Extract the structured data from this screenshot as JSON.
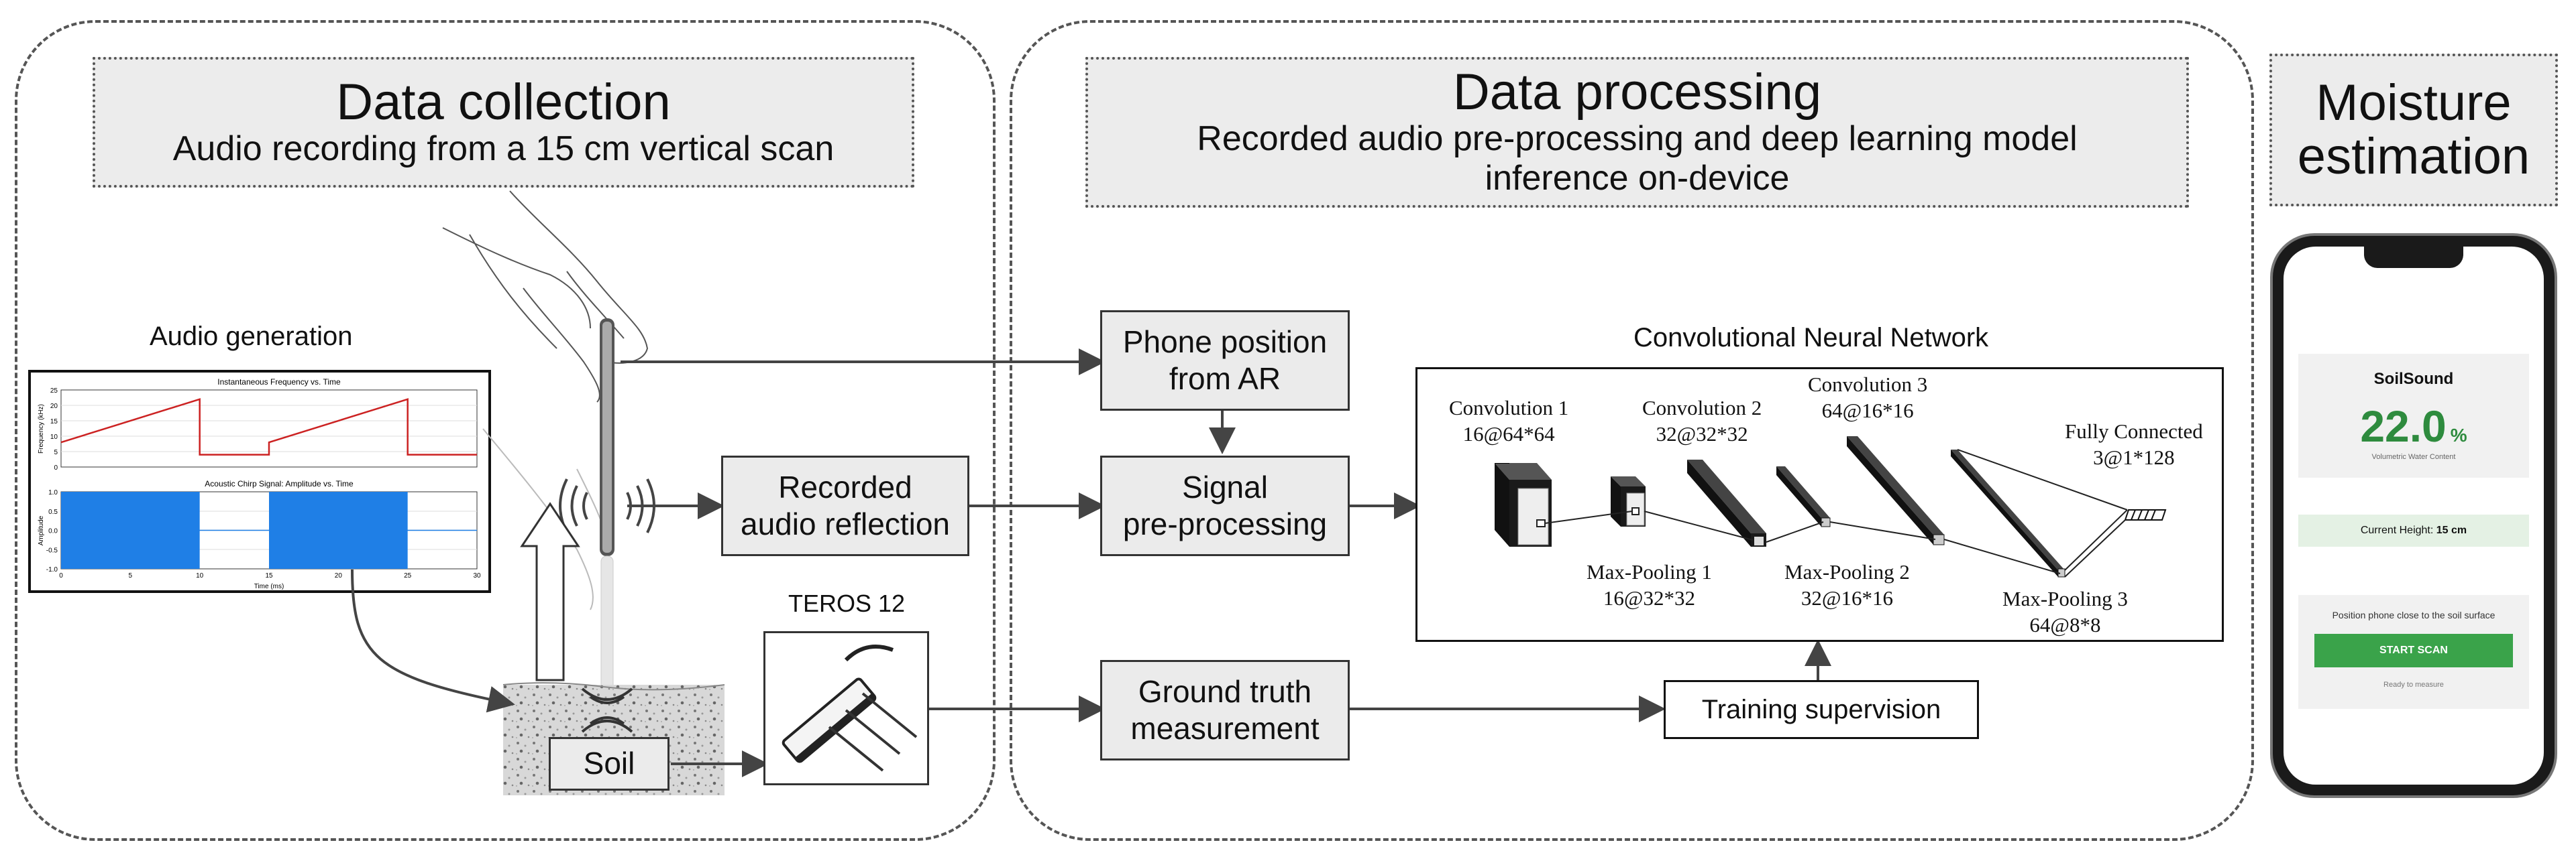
{
  "sections": {
    "collection": {
      "title": "Data collection",
      "subtitle": "Audio recording from a 15 cm vertical scan"
    },
    "processing": {
      "title": "Data processing",
      "subtitle_line1": "Recorded audio pre-processing and deep learning model",
      "subtitle_line2": "inference on-device"
    },
    "estimation": {
      "title_line1": "Moisture",
      "title_line2": "estimation"
    }
  },
  "audio_generation": {
    "label": "Audio generation",
    "freq_plot": {
      "title": "Instantaneous Frequency vs. Time",
      "ylabel": "Frequency (kHz)",
      "yticks": [
        "25",
        "20",
        "15",
        "10",
        "5",
        "0"
      ]
    },
    "amp_plot": {
      "title": "Acoustic Chirp Signal: Amplitude vs. Time",
      "ylabel": "Amplitude",
      "xlabel": "Time (ms)",
      "yticks": [
        "1.0",
        "0.5",
        "0.0",
        "-0.5",
        "-1.0"
      ],
      "xticks": [
        "0",
        "5",
        "10",
        "15",
        "20",
        "25",
        "30"
      ]
    },
    "signal_color": "#1f7fe6",
    "freq_color": "#cc2222"
  },
  "chart_data": [
    {
      "type": "line",
      "title": "Instantaneous Frequency vs. Time",
      "xlabel": "Time (ms)",
      "ylabel": "Frequency (kHz)",
      "xlim": [
        0,
        30
      ],
      "ylim": [
        0,
        25
      ],
      "series": [
        {
          "x": [
            0,
            10,
            10,
            15,
            15,
            25,
            25,
            30
          ],
          "y": [
            8,
            22,
            4,
            4,
            8,
            22,
            4,
            4
          ]
        }
      ]
    },
    {
      "type": "area",
      "title": "Acoustic Chirp Signal: Amplitude vs. Time",
      "xlabel": "Time (ms)",
      "ylabel": "Amplitude",
      "xlim": [
        0,
        30
      ],
      "ylim": [
        -1.0,
        1.0
      ],
      "bursts": [
        {
          "start": 0,
          "end": 10,
          "amplitude": 1.0
        },
        {
          "start": 15,
          "end": 25,
          "amplitude": 1.0
        }
      ]
    }
  ],
  "boxes": {
    "soil": "Soil",
    "teros_label": "TEROS 12",
    "recorded_line1": "Recorded",
    "recorded_line2": "audio reflection",
    "phone_pos_line1": "Phone position",
    "phone_pos_line2": "from AR",
    "signal_line1": "Signal",
    "signal_line2": "pre-processing",
    "ground_line1": "Ground truth",
    "ground_line2": "measurement",
    "training": "Training supervision"
  },
  "cnn": {
    "title": "Convolutional Neural Network",
    "conv1": {
      "name": "Convolution 1",
      "dims": "16@64*64"
    },
    "conv2": {
      "name": "Convolution 2",
      "dims": "32@32*32"
    },
    "conv3": {
      "name": "Convolution 3",
      "dims": "64@16*16"
    },
    "fc": {
      "name": "Fully Connected",
      "dims": "3@1*128"
    },
    "pool1": {
      "name": "Max-Pooling 1",
      "dims": "16@32*32"
    },
    "pool2": {
      "name": "Max-Pooling 2",
      "dims": "32@16*16"
    },
    "pool3": {
      "name": "Max-Pooling 3",
      "dims": "64@8*8"
    }
  },
  "phone": {
    "app_name": "SoilSound",
    "value": "22.0",
    "unit": "%",
    "value_caption": "Volumetric Water Content",
    "height_label": "Current Height:",
    "height_value": "15 cm",
    "instruction": "Position phone close to the soil surface",
    "button": "START SCAN",
    "status": "Ready to measure",
    "accent": "#2e8b3e",
    "button_color": "#3aa34a"
  }
}
